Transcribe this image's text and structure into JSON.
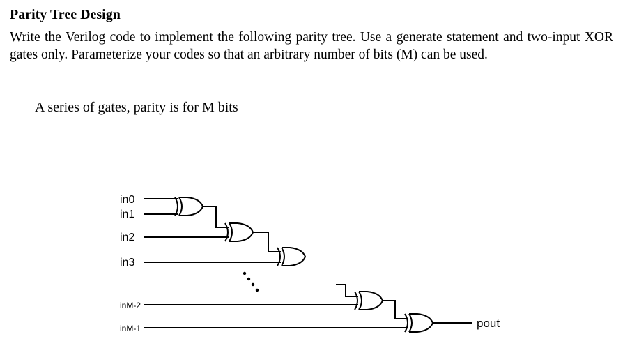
{
  "title": "Parity Tree Design",
  "description": "Write the Verilog code to implement the following parity tree. Use a generate statement and two-input XOR gates only. Parameterize your codes so that an arbitrary number of bits (M) can be used.",
  "subtitle": "A series of gates, parity is for M bits",
  "diagram": {
    "inputs": {
      "in0": "in0",
      "in1": "in1",
      "in2": "in2",
      "in3": "in3",
      "inM2": "inM-2",
      "inM1": "inM-1"
    },
    "output": "pout",
    "gate_type": "xor2"
  }
}
